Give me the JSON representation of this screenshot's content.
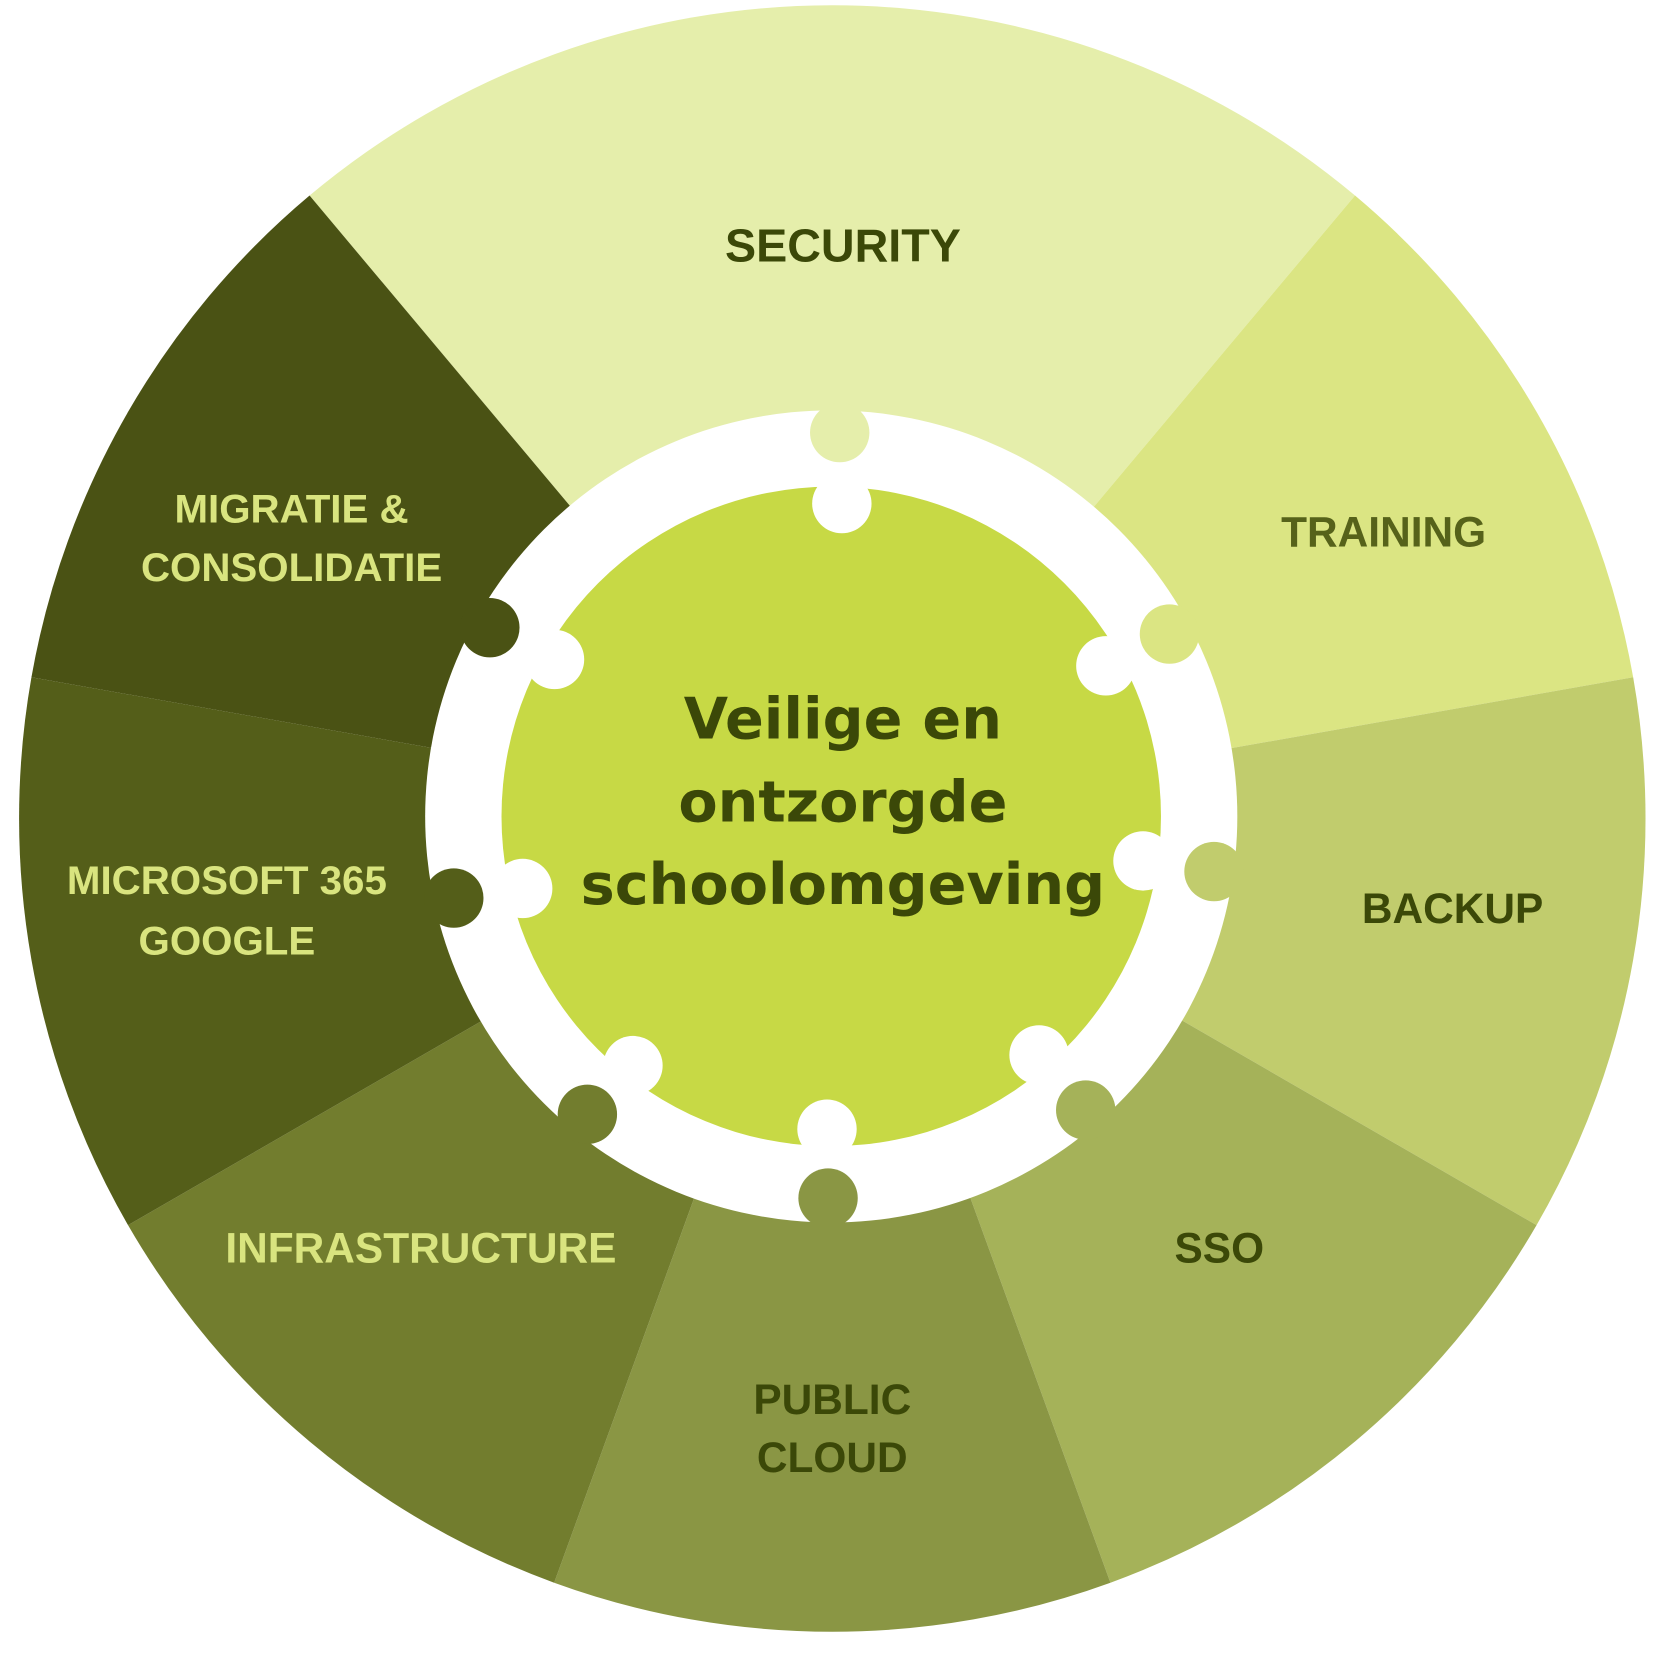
{
  "center": {
    "lines": [
      "Veilige en",
      "ontzorgde",
      "schoolomgeving"
    ],
    "color": "#c7d945",
    "text_color": "#3b4808"
  },
  "segments": [
    {
      "id": "security",
      "lines": [
        "SECURITY"
      ],
      "color": "#e5eeab",
      "text_color": "#3b4808"
    },
    {
      "id": "training",
      "lines": [
        "TRAINING"
      ],
      "color": "#dbe583",
      "text_color": "#56621a"
    },
    {
      "id": "backup",
      "lines": [
        "BACKUP"
      ],
      "color": "#c1cc6d",
      "text_color": "#3b4808"
    },
    {
      "id": "sso",
      "lines": [
        "SSO"
      ],
      "color": "#a5b259",
      "text_color": "#3b4808"
    },
    {
      "id": "public-cloud",
      "lines": [
        "PUBLIC",
        "CLOUD"
      ],
      "color": "#8a9644",
      "text_color": "#3b4808"
    },
    {
      "id": "infrastructure",
      "lines": [
        "INFRASTRUCTURE"
      ],
      "color": "#727d2e",
      "text_color": "#d9e47f"
    },
    {
      "id": "microsoft-google",
      "lines": [
        "MICROSOFT 365",
        "GOOGLE"
      ],
      "color": "#545e19",
      "text_color": "#d9e47f"
    },
    {
      "id": "migratie",
      "lines": [
        "MIGRATIE &",
        "CONSOLIDATIE"
      ],
      "color": "#4a5214",
      "text_color": "#d9e47f"
    }
  ]
}
